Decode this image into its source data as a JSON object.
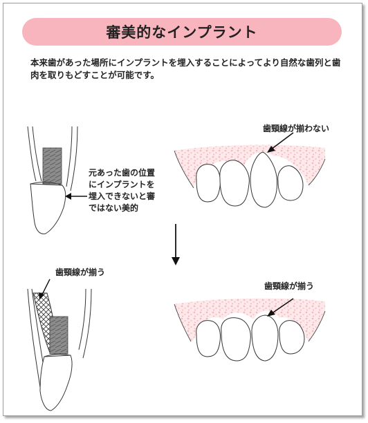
{
  "title": "審美的なインプラント",
  "intro": "本来歯があった場所にインプラントを埋入することによってより自然な歯列と歯肉を取りもどすことが可能です。",
  "top": {
    "side_note": [
      "元あった歯の位置",
      "にインプラントを",
      "埋入できないと審",
      "ではない美的"
    ],
    "front_label": "歯頸線が揃わない"
  },
  "bottom": {
    "side_label": "歯頸線が揃う",
    "front_label": "歯頸線が揃う"
  },
  "colors": {
    "banner": "#f9b5bd",
    "gum_speckle": "#f4b8bf",
    "implant": "#8c8c8c",
    "bone_hatch": "#333333"
  }
}
